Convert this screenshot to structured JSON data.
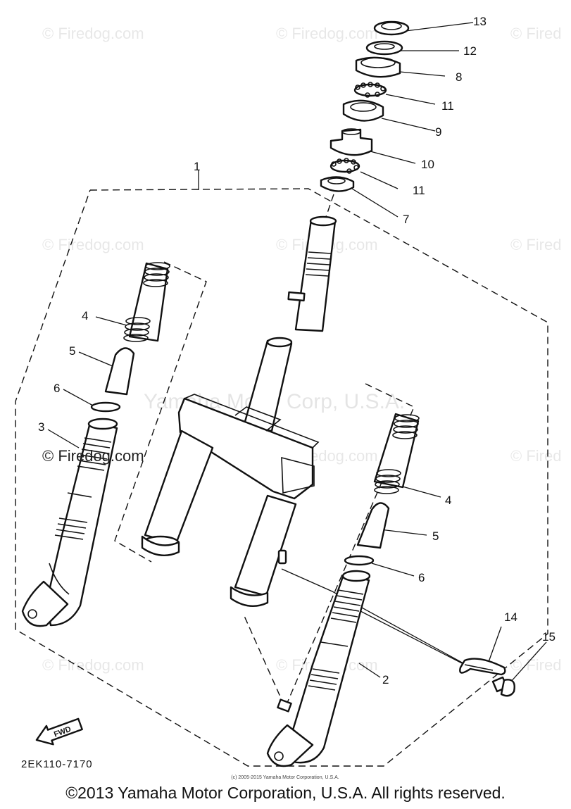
{
  "watermarks": {
    "site": "© Firedog.com",
    "site_clipped": "© Fired",
    "site_dark": "© Firedog.com",
    "corp": "Yamaha Motor Corp, U.S.A."
  },
  "callouts": [
    "1",
    "2",
    "3",
    "4",
    "5",
    "6",
    "7",
    "8",
    "9",
    "10",
    "11",
    "12",
    "13",
    "14",
    "15"
  ],
  "callouts_repeat": {
    "4": "4",
    "5": "5",
    "6": "6",
    "11": "11"
  },
  "fwd_label": "FWD",
  "diagram_code": "2EK110-7170",
  "small_notice": "(c) 2005-2015 Yamaha Motor Corporation, U.S.A.",
  "copyright": "©2013 Yamaha Motor Corporation, U.S.A. All rights reserved."
}
